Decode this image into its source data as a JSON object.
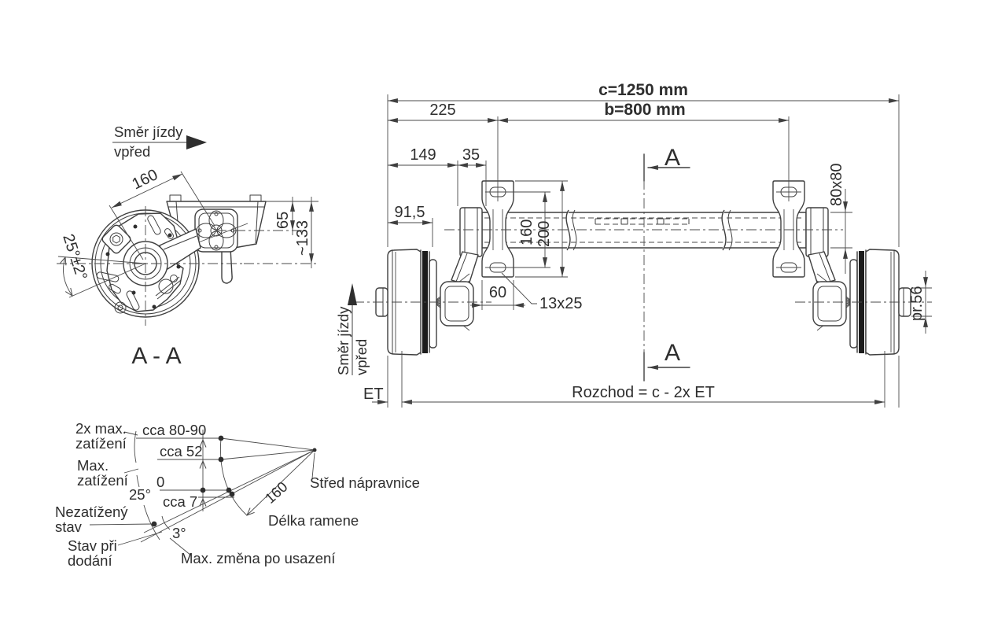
{
  "colors": {
    "line": "#3f3f3f",
    "text": "#2e2e2e",
    "background": "#ffffff",
    "dark_fill": "#1c1c1c"
  },
  "section_view": {
    "title": "A - A",
    "direction_line1": "Směr jízdy",
    "direction_line2": "vpřed",
    "dim_arm_radius": "160",
    "dim_top_to_axle": "65",
    "dim_top_to_wheel": "~133",
    "dim_arm_angle": "25°±2°"
  },
  "main_view": {
    "direction_line1": "Směr jízdy",
    "direction_line2": "vpřed",
    "section_marker": "A",
    "dim_overall_length": "c=1250 mm",
    "dim_mounting_distance": "b=800 mm",
    "dim_end_to_bracket": "225",
    "dim_face_to_pivot": "149",
    "dim_pivot": "35",
    "dim_face_to_arm": "91,5",
    "dim_slot_distance": "160",
    "dim_bracket_height": "200",
    "dim_bracket_width": "60",
    "dim_slot_size": "13x25",
    "dim_tube_profile": "80x80",
    "dim_hub_diameter": "pr.56",
    "dim_offset": "ET",
    "dim_track_formula": "Rozchod = c - 2x ET"
  },
  "load_diagram": {
    "label_2x_max_line1": "2x max.",
    "label_2x_max_line2": "zatížení",
    "value_2x_max": "cca 80-90",
    "value_max": "cca 52",
    "label_max_line1": "Max.",
    "label_max_line2": "zatížení",
    "angle_unloaded": "25°",
    "zero_level": "0",
    "value_settled": "cca 7",
    "label_unloaded_line1": "Nezatížený",
    "label_unloaded_line2": "stav",
    "angle_settle": "3°",
    "label_delivery_line1": "Stav při",
    "label_delivery_line2": "dodání",
    "label_settle_note": "Max. změna po usazení",
    "value_arm_length": "160",
    "label_pivot_center": "Střed nápravnice",
    "label_arm_length": "Délka ramene"
  }
}
